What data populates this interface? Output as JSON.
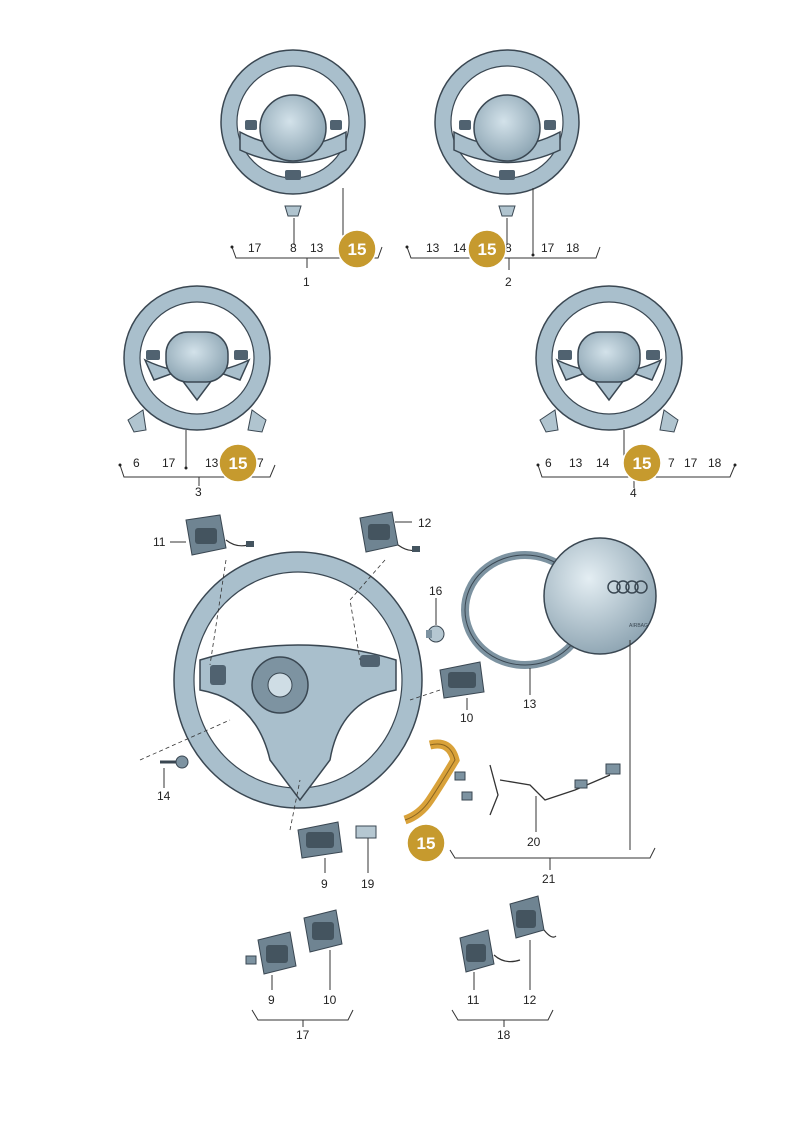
{
  "highlight": {
    "label": "15",
    "color": "#c69a2e",
    "text_color": "#ffffff"
  },
  "groups": [
    {
      "number": "1",
      "parts": [
        "17",
        "8",
        "13"
      ]
    },
    {
      "number": "2",
      "parts": [
        "13",
        "14",
        "8",
        "17",
        "18"
      ]
    },
    {
      "number": "3",
      "parts": [
        "6",
        "17",
        "13",
        "7"
      ]
    },
    {
      "number": "4",
      "parts": [
        "6",
        "13",
        "14",
        "7",
        "17",
        "18"
      ]
    },
    {
      "number": "17",
      "parts": [
        "9",
        "10"
      ]
    },
    {
      "number": "18",
      "parts": [
        "11",
        "12"
      ]
    }
  ],
  "parts": {
    "p11": "11",
    "p12": "12",
    "p16": "16",
    "p10": "10",
    "p13": "13",
    "p14": "14",
    "p9": "9",
    "p19": "19",
    "p20": "20",
    "p21": "21"
  },
  "airbag_text": "AIRBAG",
  "colors": {
    "part_fill": "#a9bfcc",
    "part_stroke": "#3a4752",
    "flex_cable": "#d9a23a"
  }
}
